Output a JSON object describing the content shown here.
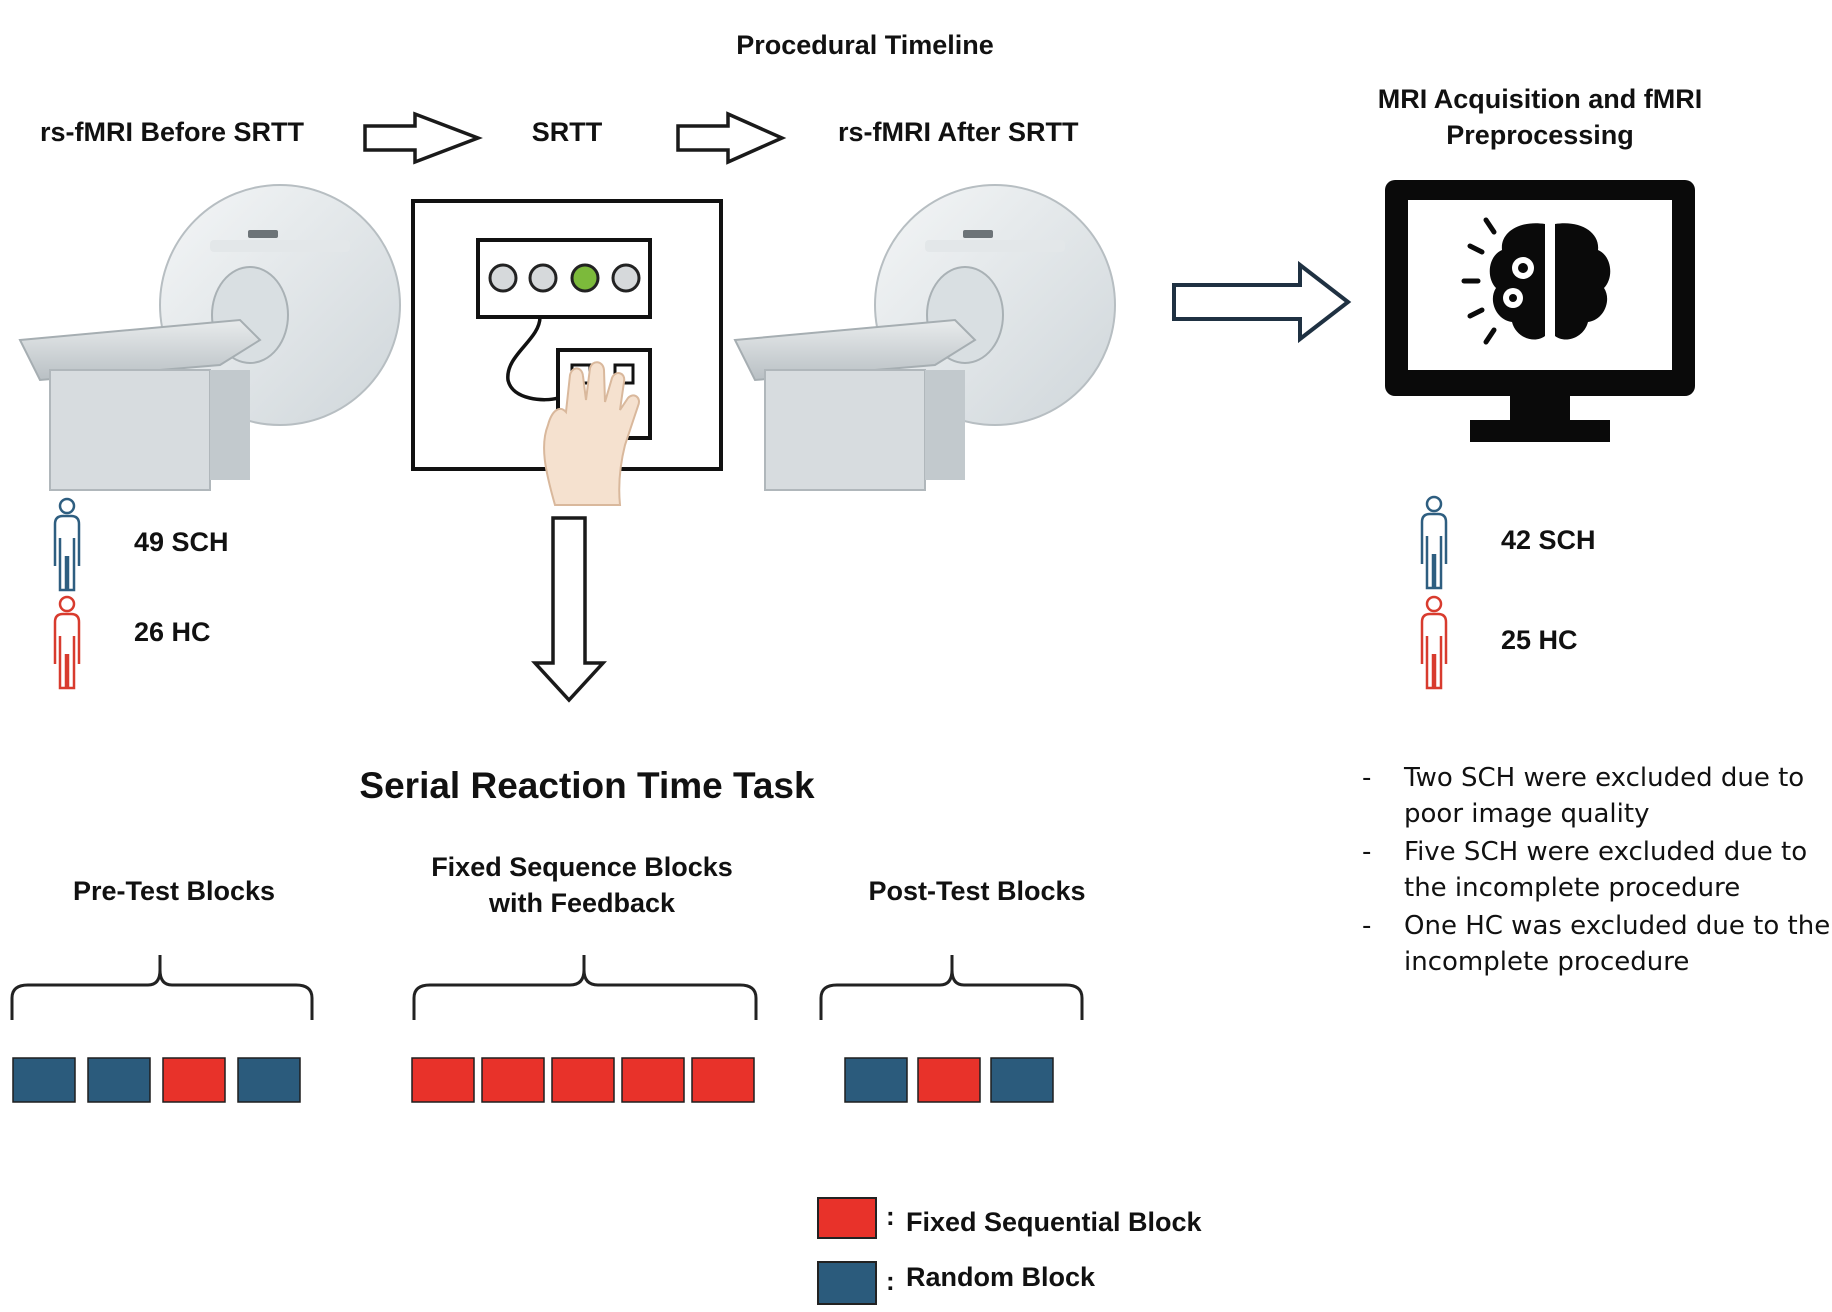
{
  "timeline": {
    "title": "Procedural Timeline",
    "step1": "rs-fMRI Before SRTT",
    "step2": "SRTT",
    "step3": "rs-fMRI After SRTT",
    "step4_line1": "MRI Acquisition and fMRI",
    "step4_line2": "Preprocessing"
  },
  "participants_before": {
    "sch": "49 SCH",
    "hc": "26 HC"
  },
  "participants_after": {
    "sch": "42 SCH",
    "hc": "25 HC"
  },
  "exclusions": [
    "Two SCH were excluded due to poor image quality",
    "Five SCH were excluded due to the incomplete procedure",
    "One HC was excluded due to the incomplete procedure"
  ],
  "task": {
    "title": "Serial Reaction Time Task",
    "pre_label": "Pre-Test Blocks",
    "fixed_label_line1": "Fixed Sequence Blocks",
    "fixed_label_line2": "with Feedback",
    "post_label": "Post-Test Blocks",
    "pre_blocks": [
      "random",
      "random",
      "fixed",
      "random"
    ],
    "fixed_blocks": [
      "fixed",
      "fixed",
      "fixed",
      "fixed",
      "fixed"
    ],
    "post_blocks": [
      "random",
      "fixed",
      "random"
    ]
  },
  "legend": {
    "fixed": "Fixed Sequential Block",
    "random": "Random Block"
  },
  "colors": {
    "fixed": "#e8322a",
    "random": "#2b5b7c",
    "sch_figure": "#2e5e80",
    "hc_figure": "#d83b2e",
    "green_dot": "#7cba3b"
  }
}
